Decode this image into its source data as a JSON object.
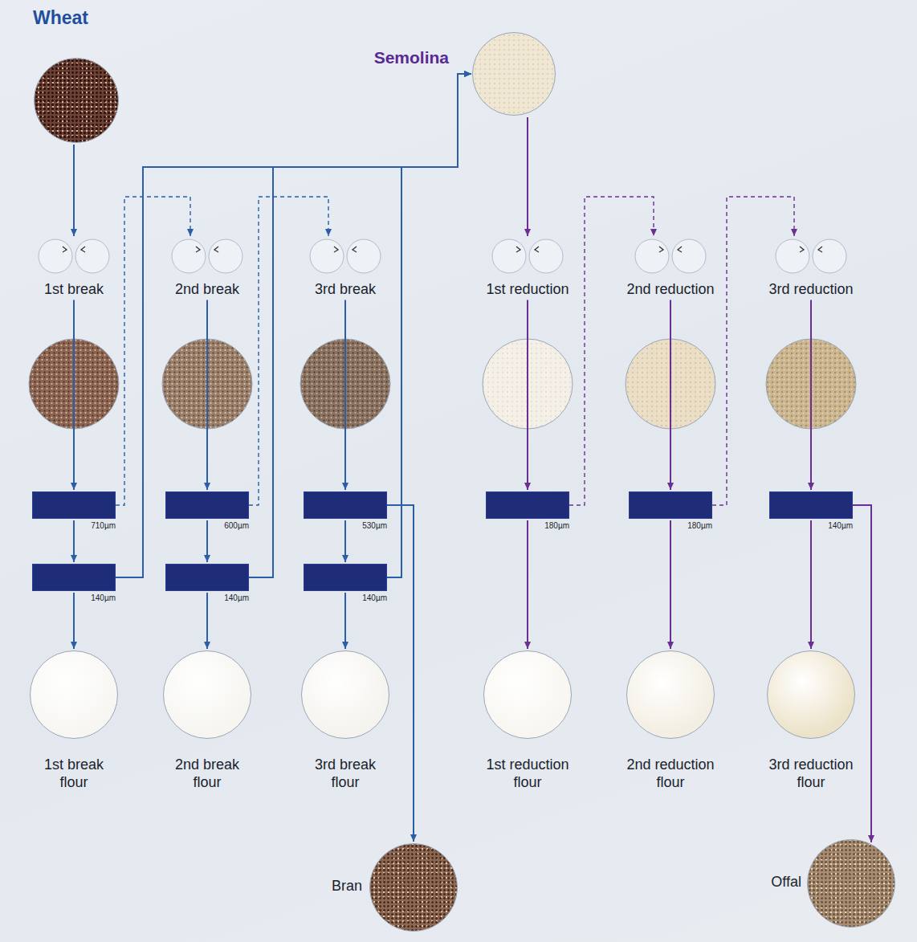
{
  "diagram": {
    "nodes": [
      {
        "text": [
          "Wheat"
        ]
      },
      {
        "text": [
          "Semolina"
        ]
      },
      {
        "text": [
          "1st break"
        ]
      },
      {
        "text": [
          "2nd break"
        ]
      },
      {
        "text": [
          "3rd break"
        ]
      },
      {
        "text": [
          "1st reduction"
        ]
      },
      {
        "text": [
          "2nd reduction"
        ]
      },
      {
        "text": [
          "3rd reduction"
        ]
      },
      {
        "text": [
          "710µm"
        ]
      },
      {
        "text": [
          "140µm"
        ]
      },
      {
        "text": [
          "600µm"
        ]
      },
      {
        "text": [
          "140µm"
        ]
      },
      {
        "text": [
          "530µm"
        ]
      },
      {
        "text": [
          "140µm"
        ]
      },
      {
        "text": [
          "180µm"
        ]
      },
      {
        "text": [
          "180µm"
        ]
      },
      {
        "text": [
          "140µm"
        ]
      },
      {
        "text": [
          "1st break flour"
        ]
      },
      {
        "text": [
          "2nd break flour"
        ]
      },
      {
        "text": [
          "3rd break flour"
        ]
      },
      {
        "text": [
          "1st reduction flour"
        ]
      },
      {
        "text": [
          "2nd reduction flour"
        ]
      },
      {
        "text": [
          "3rd reduction flour"
        ]
      },
      {
        "text": [
          "Bran"
        ]
      },
      {
        "text": [
          "Offal"
        ]
      }
    ],
    "edges": [
      {
        "from": 0,
        "to": 2,
        "arrow": "to"
      },
      {
        "from": 2,
        "to": 8,
        "arrow": "to"
      },
      {
        "from": 8,
        "to": 9,
        "arrow": "to"
      },
      {
        "from": 9,
        "to": 17,
        "arrow": "to"
      },
      {
        "from": 8,
        "to": 3,
        "arrow": "to"
      },
      {
        "from": 9,
        "to": 1,
        "arrow": "to"
      },
      {
        "from": 3,
        "to": 10,
        "arrow": "to"
      },
      {
        "from": 10,
        "to": 11,
        "arrow": "to"
      },
      {
        "from": 11,
        "to": 18,
        "arrow": "to"
      },
      {
        "from": 10,
        "to": 4,
        "arrow": "to"
      },
      {
        "from": 11,
        "to": 1,
        "arrow": "to"
      },
      {
        "from": 4,
        "to": 12,
        "arrow": "to"
      },
      {
        "from": 12,
        "to": 13,
        "arrow": "to"
      },
      {
        "from": 13,
        "to": 19,
        "arrow": "to"
      },
      {
        "from": 12,
        "to": 23,
        "arrow": "to"
      },
      {
        "from": 13,
        "to": 1,
        "arrow": "to"
      },
      {
        "from": 1,
        "to": 5,
        "arrow": "to"
      },
      {
        "from": 5,
        "to": 14,
        "arrow": "to"
      },
      {
        "from": 14,
        "to": 20,
        "arrow": "to"
      },
      {
        "from": 14,
        "to": 6,
        "arrow": "to"
      },
      {
        "from": 6,
        "to": 15,
        "arrow": "to"
      },
      {
        "from": 15,
        "to": 21,
        "arrow": "to"
      },
      {
        "from": 15,
        "to": 7,
        "arrow": "to"
      },
      {
        "from": 7,
        "to": 16,
        "arrow": "to"
      },
      {
        "from": 16,
        "to": 22,
        "arrow": "to"
      },
      {
        "from": 16,
        "to": 24,
        "arrow": "to"
      }
    ]
  }
}
